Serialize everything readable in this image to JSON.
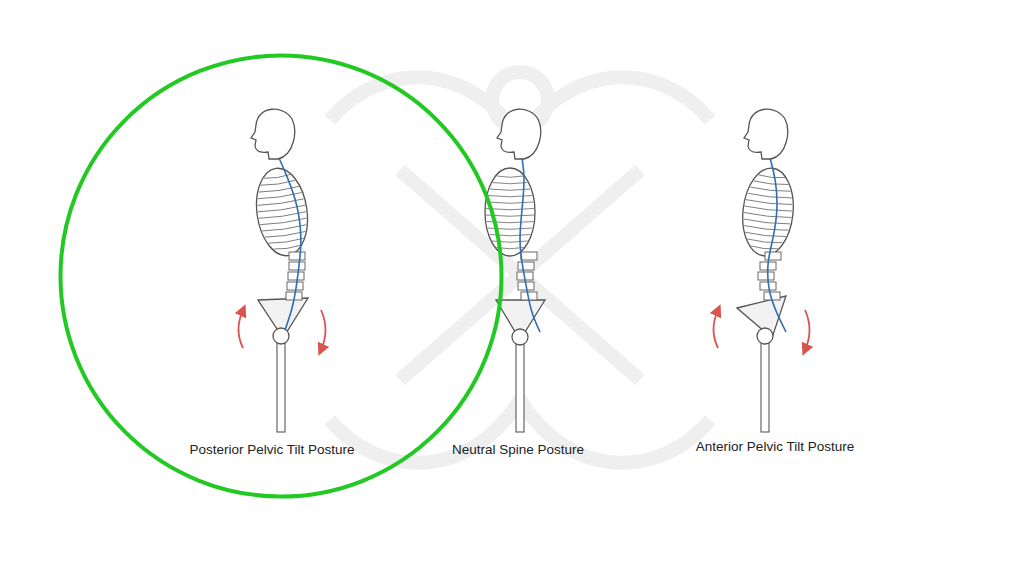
{
  "diagram": {
    "nodes": [
      {
        "text": [
          "Posterior Pelvic Tilt Posture"
        ]
      }
    ],
    "labels": [
      "Neutral Spine Posture",
      "Anterior Pelvic Tilt Posture"
    ]
  }
}
